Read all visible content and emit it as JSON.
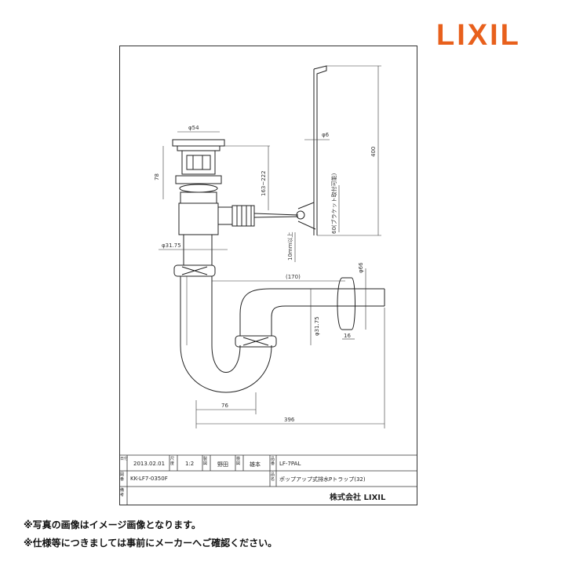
{
  "brand": {
    "logo_text": "LIXIL"
  },
  "dimensions": {
    "d54": "φ54",
    "d78": "78",
    "d6": "φ6",
    "d400": "400",
    "d163_222": "163~222",
    "d60": "60(ブラケット取付可能)",
    "d31_75_a": "φ31.75",
    "d10": "10mm以上",
    "d170": "(170)",
    "d66": "φ66",
    "d31_75_b": "φ31.75",
    "d16": "16",
    "d76": "76",
    "d396": "396"
  },
  "title_block": {
    "date_label": "日付",
    "date": "2013.02.01",
    "scale_label": "尺度",
    "scale": "1:2",
    "drawn_label": "製図",
    "drawn_by": "野田",
    "checked_label": "検図",
    "checked_by": "雄本",
    "product_label": "品番",
    "product_code": "LF-7PAL",
    "drawing_no_label": "図番",
    "drawing_no": "KK-LF7-0350F",
    "name_label": "品名",
    "product_name": "ポップアップ式排水Pトラップ(32)",
    "remarks_label": "備考",
    "company": "株式会社 LIXIL"
  },
  "notes": [
    "※写真の画像はイメージ画像となります。",
    "※仕様等につきましては事前にメーカーへご確認ください。"
  ]
}
